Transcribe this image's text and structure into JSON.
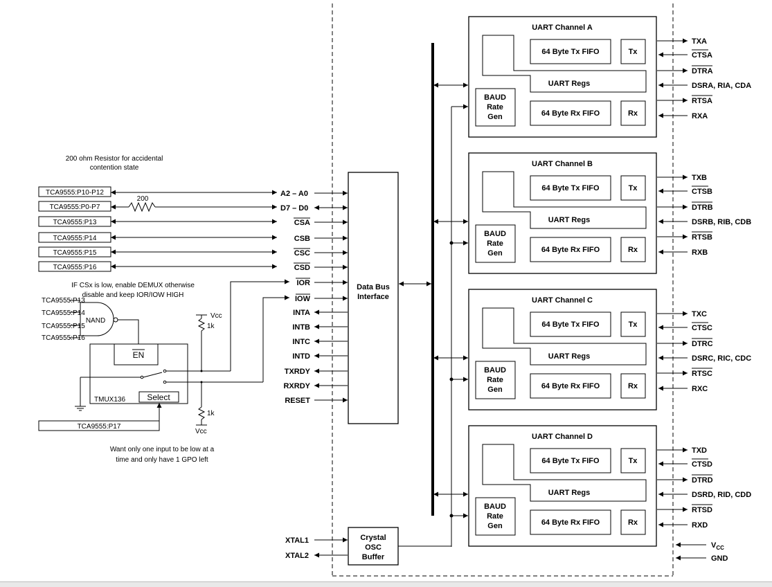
{
  "note_resistor": [
    "200 ohm Resistor for accidental",
    "contention state"
  ],
  "note_demux": [
    "IF CSx is low, enable DEMUX otherwise",
    "disable and keep IOR/IOW HIGH"
  ],
  "note_gpo": [
    "Want only one input to be low at a",
    "time and only have 1 GPO left"
  ],
  "tca_boxes": [
    "TCA9555:P10-P12",
    "TCA9555:P0-P7",
    "TCA9555:P13",
    "TCA9555:P14",
    "TCA9555:P15",
    "TCA9555:P16"
  ],
  "resistor_label": "200",
  "nand_inputs": [
    "TCA9555:P13",
    "TCA9555:P14",
    "TCA9555:P15",
    "TCA9555:P16"
  ],
  "nand_label": "NAND",
  "en_label": "EN",
  "select_label": "Select",
  "tmux_label": "TMUX136",
  "tca_p17": "TCA9555:P17",
  "vcc_text": "Vcc",
  "pullup_label": "1k",
  "pulldown_label": "1k",
  "bus_signals": [
    "A2 – A0",
    "D7 – D0",
    "CSA",
    "CSB",
    "CSC",
    "CSD",
    "IOR",
    "IOW"
  ],
  "out_signals": [
    "INTA",
    "INTB",
    "INTC",
    "INTD",
    "TXRDY",
    "RXRDY",
    "RESET"
  ],
  "data_bus_label": [
    "Data Bus",
    "Interface"
  ],
  "crystal_label": [
    "Crystal",
    "OSC",
    "Buffer"
  ],
  "xtal": [
    "XTAL1",
    "XTAL2"
  ],
  "vcc_pin": "V",
  "vcc_sub": "CC",
  "gnd_pin": "GND",
  "block_labels": {
    "tx_fifo": "64 Byte Tx FIFO",
    "rx_fifo": "64 Byte Rx FIFO",
    "tx": "Tx",
    "rx": "Rx",
    "regs": "UART Regs",
    "baud": [
      "BAUD",
      "Rate",
      "Gen"
    ]
  },
  "channels": [
    {
      "title": "UART Channel A",
      "pins": [
        "TXA",
        "CTSA",
        "DTRA",
        "DSRA, RIA, CDA",
        "RTSA",
        "RXA"
      ]
    },
    {
      "title": "UART Channel B",
      "pins": [
        "TXB",
        "CTSB",
        "DTRB",
        "DSRB, RIB, CDB",
        "RTSB",
        "RXB"
      ]
    },
    {
      "title": "UART Channel C",
      "pins": [
        "TXC",
        "CTSC",
        "DTRC",
        "DSRC, RIC, CDC",
        "RTSC",
        "RXC"
      ]
    },
    {
      "title": "UART Channel D",
      "pins": [
        "TXD",
        "CTSD",
        "DTRD",
        "DSRD, RID, CDD",
        "RTSD",
        "RXD"
      ]
    }
  ]
}
